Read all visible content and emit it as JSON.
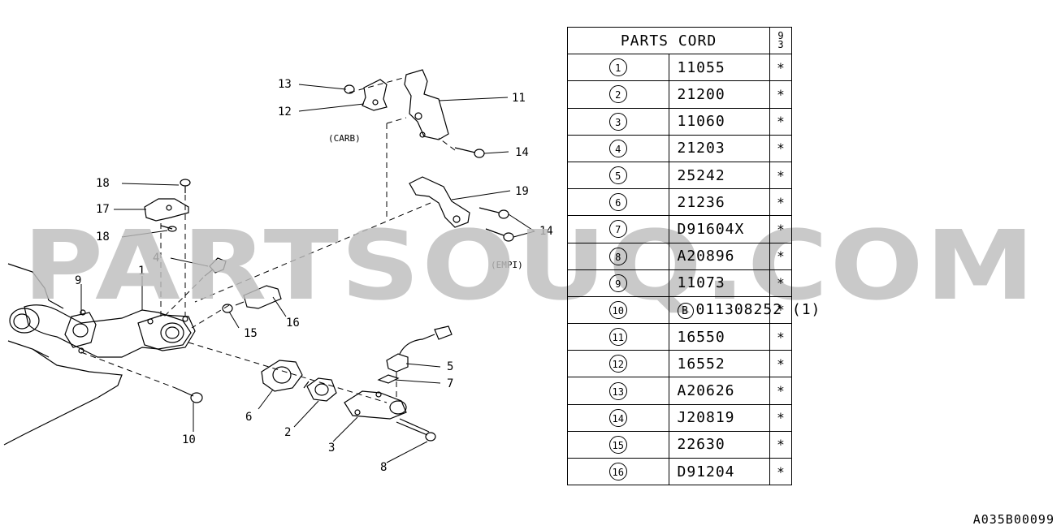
{
  "table": {
    "header": "PARTS CORD",
    "year_col": [
      "9",
      "3"
    ],
    "rows": [
      {
        "num": "1",
        "code": "11055",
        "mark": "*"
      },
      {
        "num": "2",
        "code": "21200",
        "mark": "*"
      },
      {
        "num": "3",
        "code": "11060",
        "mark": "*"
      },
      {
        "num": "4",
        "code": "21203",
        "mark": "*"
      },
      {
        "num": "5",
        "code": "25242",
        "mark": "*"
      },
      {
        "num": "6",
        "code": "21236",
        "mark": "*"
      },
      {
        "num": "7",
        "code": "D91604X",
        "mark": "*"
      },
      {
        "num": "8",
        "code": "A20896",
        "mark": "*"
      },
      {
        "num": "9",
        "code": "11073",
        "mark": "*"
      },
      {
        "num": "10",
        "prefix": "B",
        "code": "011308252 (1)",
        "mark": "*"
      },
      {
        "num": "11",
        "code": "16550",
        "mark": "*"
      },
      {
        "num": "12",
        "code": "16552",
        "mark": "*"
      },
      {
        "num": "13",
        "code": "A20626",
        "mark": "*"
      },
      {
        "num": "14",
        "code": "J20819",
        "mark": "*"
      },
      {
        "num": "15",
        "code": "22630",
        "mark": "*"
      },
      {
        "num": "16",
        "code": "D91204",
        "mark": "*"
      }
    ]
  },
  "diagram": {
    "callouts": [
      "1",
      "2",
      "3",
      "4",
      "5",
      "6",
      "7",
      "8",
      "9",
      "10",
      "11",
      "12",
      "13",
      "14",
      "14",
      "15",
      "16",
      "17",
      "18",
      "18",
      "19"
    ],
    "notes": {
      "carb": "(CARB)",
      "empi": "(EMPI)"
    }
  },
  "watermark": "PARTSOUQ.COM",
  "footer_code": "A035B00099"
}
